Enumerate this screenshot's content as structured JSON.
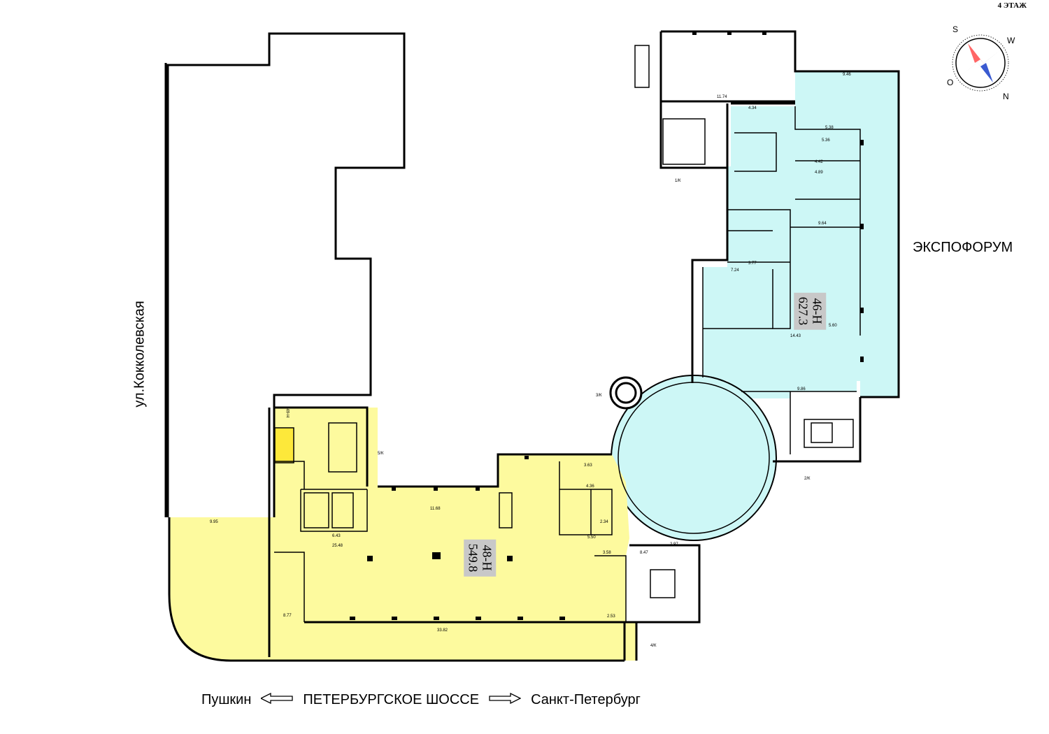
{
  "floor_label": "4 ЭТАЖ",
  "street_left": "ул.Кокколевская",
  "neighbor_label": "ЭКСПОФОРУМ",
  "road": {
    "left_city": "Пушкин",
    "name": "ПЕТЕРБУРГСКОЕ ШОССЕ",
    "right_city": "Санкт-Петербург"
  },
  "compass": {
    "north": "N",
    "south": "S",
    "east": "O",
    "west": "W"
  },
  "units": [
    {
      "id": "46-Н",
      "area": "627.3",
      "color": "#cdf7f6"
    },
    {
      "id": "48-Н",
      "area": "549.8",
      "color": "#fdfa9e"
    },
    {
      "id": "49-Н",
      "area": "",
      "color": "#fde83a"
    }
  ],
  "colors": {
    "wall": "#000000",
    "unit_cyan": "#cdf7f6",
    "unit_yellow": "#fdfa9e",
    "unit_small": "#fde83a",
    "badge": "#c8c8c8"
  },
  "dimensions": [
    "11.74",
    "4.34",
    "9.46",
    "5.38",
    "5.36",
    "4.42",
    "4.89",
    "9.64",
    "3.77",
    "7.24",
    "14.43",
    "5.60",
    "9.86",
    "11.68",
    "33.82",
    "25.48",
    "6.43",
    "8.77",
    "3.58",
    "2.53",
    "4.36",
    "3.63",
    "5.50",
    "2.34",
    "8.47",
    "2.97",
    "9.95"
  ],
  "stair_tags": [
    "1/К",
    "2/К",
    "3/К",
    "4/К",
    "5/К"
  ]
}
